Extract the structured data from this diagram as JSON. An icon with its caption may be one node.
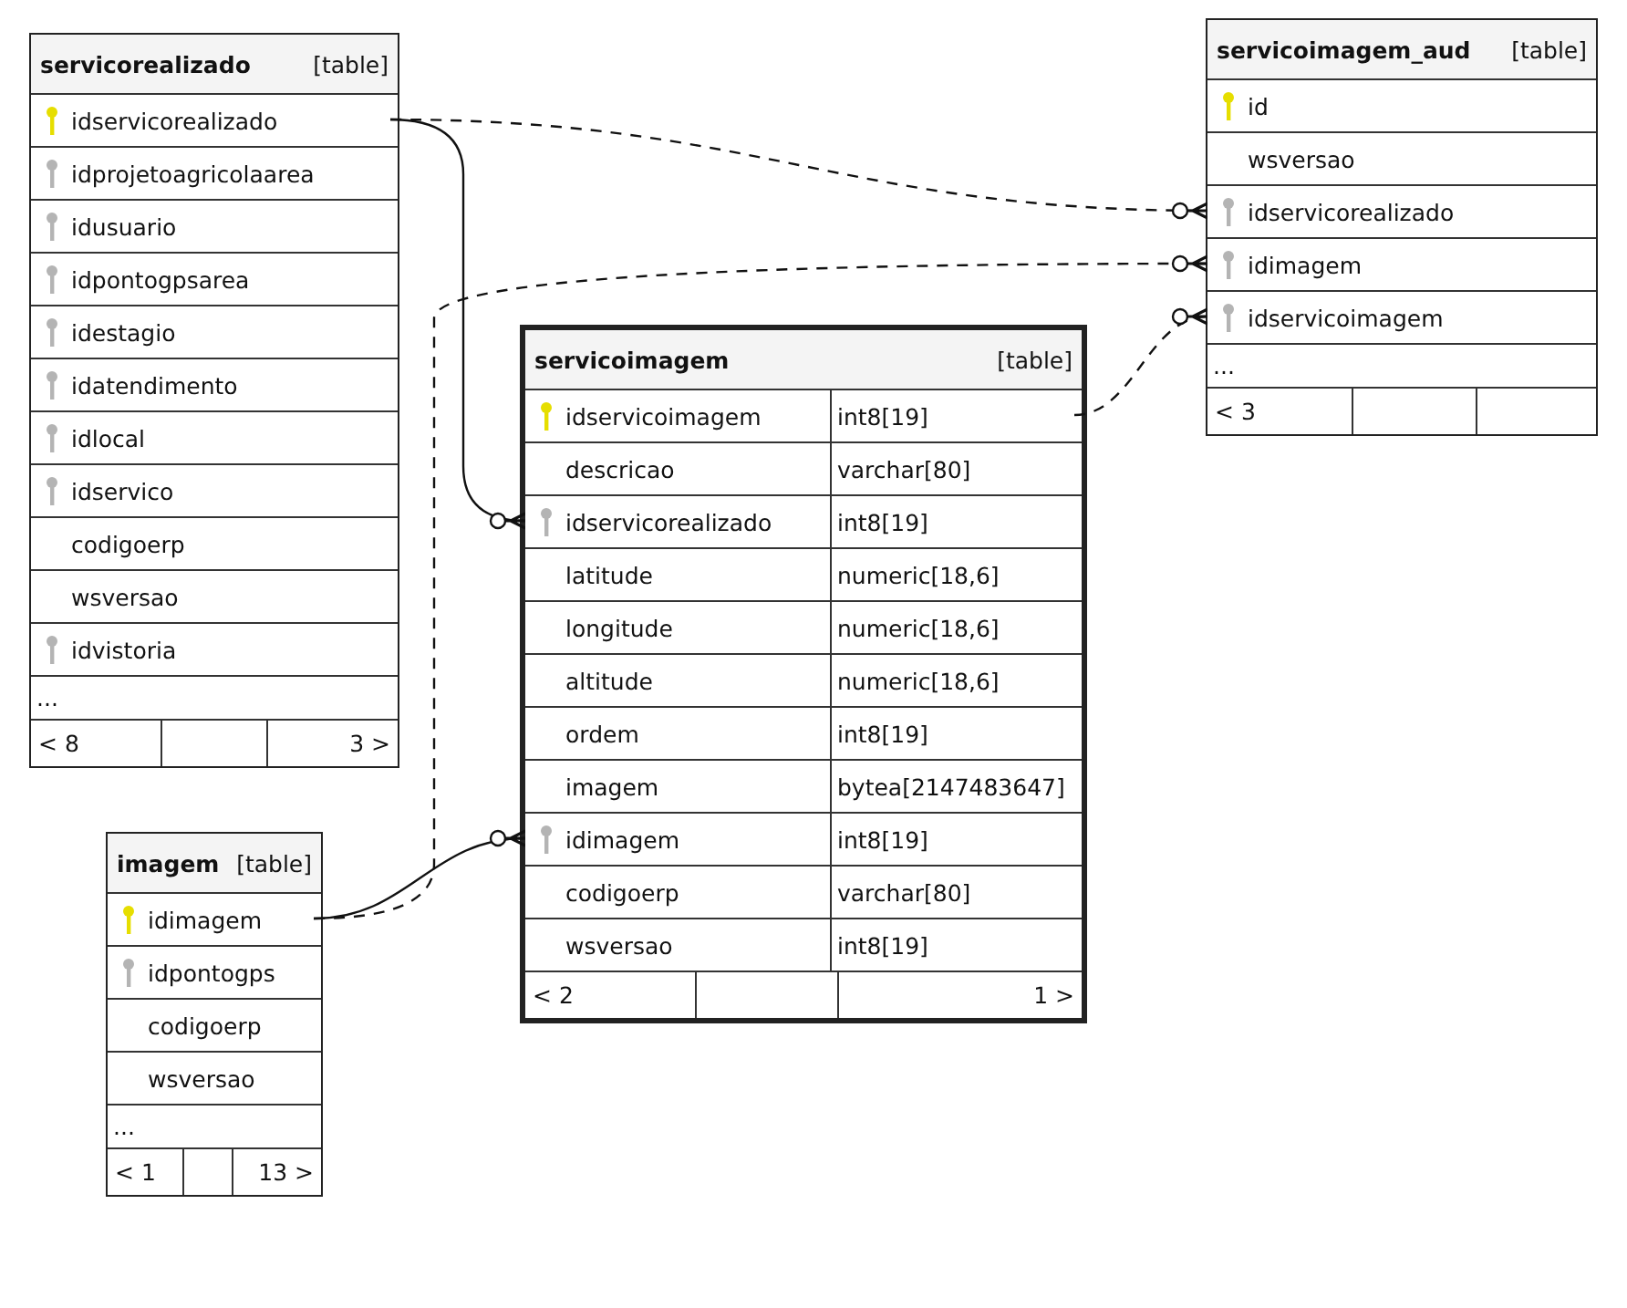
{
  "diagram": {
    "nodes": [
      {
        "text": [
          "servicorealizado",
          "[table]"
        ]
      },
      {
        "text": [
          "idservicorealizado"
        ],
        "in": 0
      },
      {
        "text": [
          "idprojetoagricolaarea"
        ],
        "in": 0
      },
      {
        "text": [
          "idusuario"
        ],
        "in": 0
      },
      {
        "text": [
          "idpontogpsarea"
        ],
        "in": 0
      },
      {
        "text": [
          "idestagio"
        ],
        "in": 0
      },
      {
        "text": [
          "idatendimento"
        ],
        "in": 0
      },
      {
        "text": [
          "idlocal"
        ],
        "in": 0
      },
      {
        "text": [
          "idservico"
        ],
        "in": 0
      },
      {
        "text": [
          "codigoerp"
        ],
        "in": 0
      },
      {
        "text": [
          "wsversao"
        ],
        "in": 0
      },
      {
        "text": [
          "idvistoria"
        ],
        "in": 0
      },
      {
        "text": [
          "..."
        ],
        "in": 0
      },
      {
        "text": [
          "< 8",
          "3 >"
        ],
        "in": 0
      },
      {
        "text": [
          "servicoimagem_aud",
          "[table]"
        ]
      },
      {
        "text": [
          "id"
        ],
        "in": 14
      },
      {
        "text": [
          "wsversao"
        ],
        "in": 14
      },
      {
        "text": [
          "idservicorealizado"
        ],
        "in": 14
      },
      {
        "text": [
          "idimagem"
        ],
        "in": 14
      },
      {
        "text": [
          "idservicoimagem"
        ],
        "in": 14
      },
      {
        "text": [
          "..."
        ],
        "in": 14
      },
      {
        "text": [
          "< 3"
        ],
        "in": 14
      },
      {
        "text": [
          "servicoimagem",
          "[table]"
        ]
      },
      {
        "text": [
          "idservicoimagem",
          "int8[19]"
        ],
        "in": 22
      },
      {
        "text": [
          "descricao",
          "varchar[80]"
        ],
        "in": 22
      },
      {
        "text": [
          "idservicorealizado",
          "int8[19]"
        ],
        "in": 22
      },
      {
        "text": [
          "latitude",
          "numeric[18,6]"
        ],
        "in": 22
      },
      {
        "text": [
          "longitude",
          "numeric[18,6]"
        ],
        "in": 22
      },
      {
        "text": [
          "altitude",
          "numeric[18,6]"
        ],
        "in": 22
      },
      {
        "text": [
          "ordem",
          "int8[19]"
        ],
        "in": 22
      },
      {
        "text": [
          "imagem",
          "bytea[2147483647]"
        ],
        "in": 22
      },
      {
        "text": [
          "idimagem",
          "int8[19]"
        ],
        "in": 22
      },
      {
        "text": [
          "codigoerp",
          "varchar[80]"
        ],
        "in": 22
      },
      {
        "text": [
          "wsversao",
          "int8[19]"
        ],
        "in": 22
      },
      {
        "text": [
          "< 2",
          "1 >"
        ],
        "in": 22
      },
      {
        "text": [
          "imagem",
          "[table]"
        ]
      },
      {
        "text": [
          "idimagem"
        ],
        "in": 35
      },
      {
        "text": [
          "idpontogps"
        ],
        "in": 35
      },
      {
        "text": [
          "codigoerp"
        ],
        "in": 35
      },
      {
        "text": [
          "wsversao"
        ],
        "in": 35
      },
      {
        "text": [
          "..."
        ],
        "in": 35
      },
      {
        "text": [
          "< 1",
          "13 >"
        ],
        "in": 35
      }
    ],
    "edges": [
      {
        "from": 1,
        "to": 25,
        "arrow": "other"
      },
      {
        "from": 1,
        "to": 17,
        "arrow": "other",
        "style": "dashed"
      },
      {
        "from": 36,
        "to": 31,
        "arrow": "other"
      },
      {
        "from": 36,
        "to": 18,
        "arrow": "other",
        "style": "dashed"
      },
      {
        "from": 23,
        "to": 19,
        "arrow": "other",
        "style": "dashed"
      }
    ]
  }
}
